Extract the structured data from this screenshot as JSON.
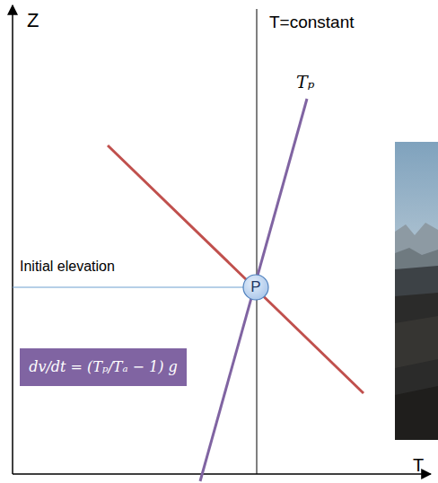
{
  "diagram": {
    "nodes": [
      {
        "text": [
          "P"
        ]
      },
      {
        "text": [
          "dv/dt = (Tₚ/Tₐ − 1) g"
        ]
      }
    ],
    "labels": [
      "Z",
      "T=constant",
      "Tₚ",
      "Initial elevation",
      "T"
    ]
  }
}
